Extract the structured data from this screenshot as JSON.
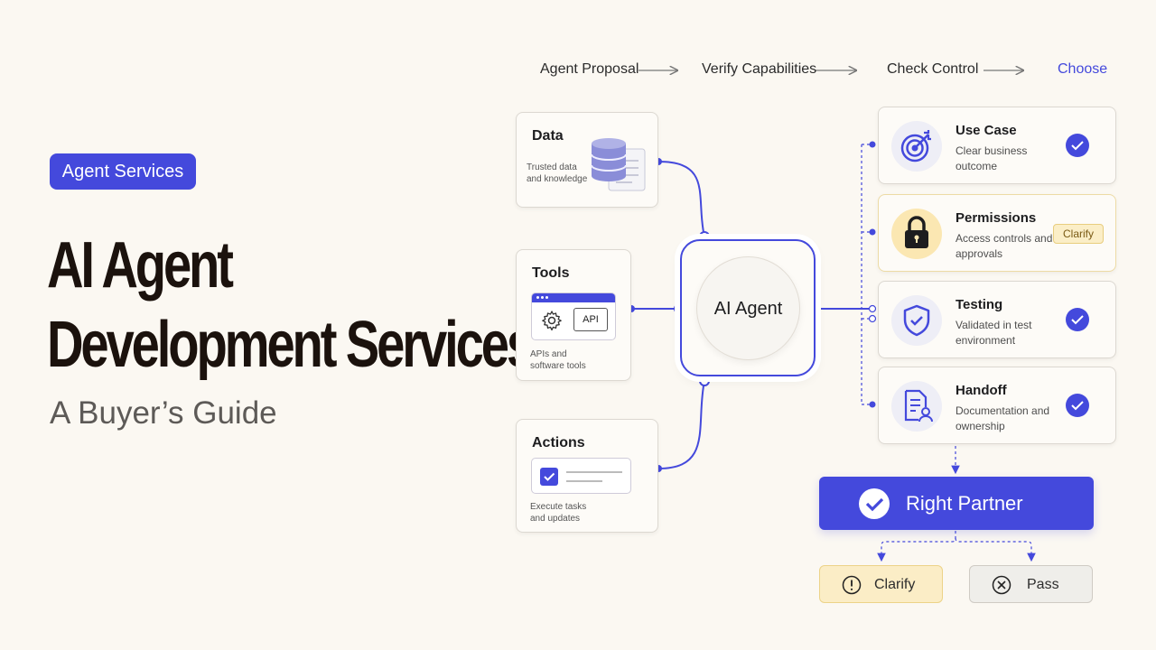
{
  "hero": {
    "badge": "Agent Services",
    "title_line1": "AI Agent",
    "title_line2": "Development Services",
    "subtitle": "A Buyer’s Guide"
  },
  "steps": [
    {
      "label": "Agent Proposal",
      "active": false
    },
    {
      "label": "Verify Capabilities",
      "active": false
    },
    {
      "label": "Check Control",
      "active": false
    },
    {
      "label": "Choose",
      "active": true
    }
  ],
  "inputs": {
    "data": {
      "title": "Data",
      "desc": "Trusted data and knowledge"
    },
    "tools": {
      "title": "Tools",
      "desc": "APIs and software tools",
      "api_label": "API"
    },
    "actions": {
      "title": "Actions",
      "desc": "Execute tasks and updates"
    }
  },
  "core": {
    "label": "AI Agent"
  },
  "checks": [
    {
      "title": "Use Case",
      "desc": "Clear business outcome",
      "status": "check",
      "icon": "target-icon"
    },
    {
      "title": "Permissions",
      "desc": "Access controls and approvals",
      "status": "Clarify",
      "icon": "lock-icon"
    },
    {
      "title": "Testing",
      "desc": "Validated in test environment",
      "status": "check",
      "icon": "shield-icon"
    },
    {
      "title": "Handoff",
      "desc": "Documentation and ownership",
      "status": "check",
      "icon": "document-user-icon"
    }
  ],
  "result": {
    "label": "Right Partner"
  },
  "outcomes": {
    "clarify": {
      "label": "Clarify",
      "icon": "exclamation-circle-icon"
    },
    "pass": {
      "label": "Pass",
      "icon": "x-circle-icon"
    }
  },
  "colors": {
    "accent": "#4449dc",
    "background": "#fbf8f2",
    "warning_bg": "#fbeec7",
    "warning_border": "#e8cd7e",
    "neutral_bg": "#efeeea"
  }
}
